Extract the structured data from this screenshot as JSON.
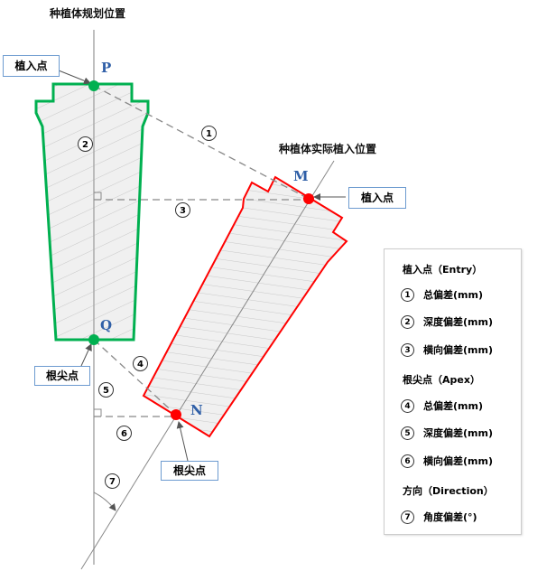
{
  "titles": {
    "planned": "种植体规划位置",
    "actual": "种植体实际植入位置"
  },
  "points": {
    "P": "P",
    "Q": "Q",
    "M": "M",
    "N": "N"
  },
  "callouts": {
    "entry_left": "植入点",
    "entry_right": "植入点",
    "apex_left": "根尖点",
    "apex_bottom": "根尖点"
  },
  "markers": [
    "1",
    "2",
    "3",
    "4",
    "5",
    "6",
    "7"
  ],
  "legend": {
    "entry_heading": "植入点（Entry）",
    "entry_items": [
      {
        "num": "1",
        "label": "总偏差(mm)"
      },
      {
        "num": "2",
        "label": "深度偏差(mm)"
      },
      {
        "num": "3",
        "label": "横向偏差(mm)"
      }
    ],
    "apex_heading": "根尖点（Apex）",
    "apex_items": [
      {
        "num": "4",
        "label": "总偏差(mm)"
      },
      {
        "num": "5",
        "label": "深度偏差(mm)"
      },
      {
        "num": "6",
        "label": "横向偏差(mm)"
      }
    ],
    "direction_heading": "方向（Direction）",
    "direction_items": [
      {
        "num": "7",
        "label": "角度偏差(°)"
      }
    ]
  },
  "colors": {
    "planned": "#00b050",
    "actual": "#ff0000",
    "callout_border": "#6d9bd0"
  }
}
